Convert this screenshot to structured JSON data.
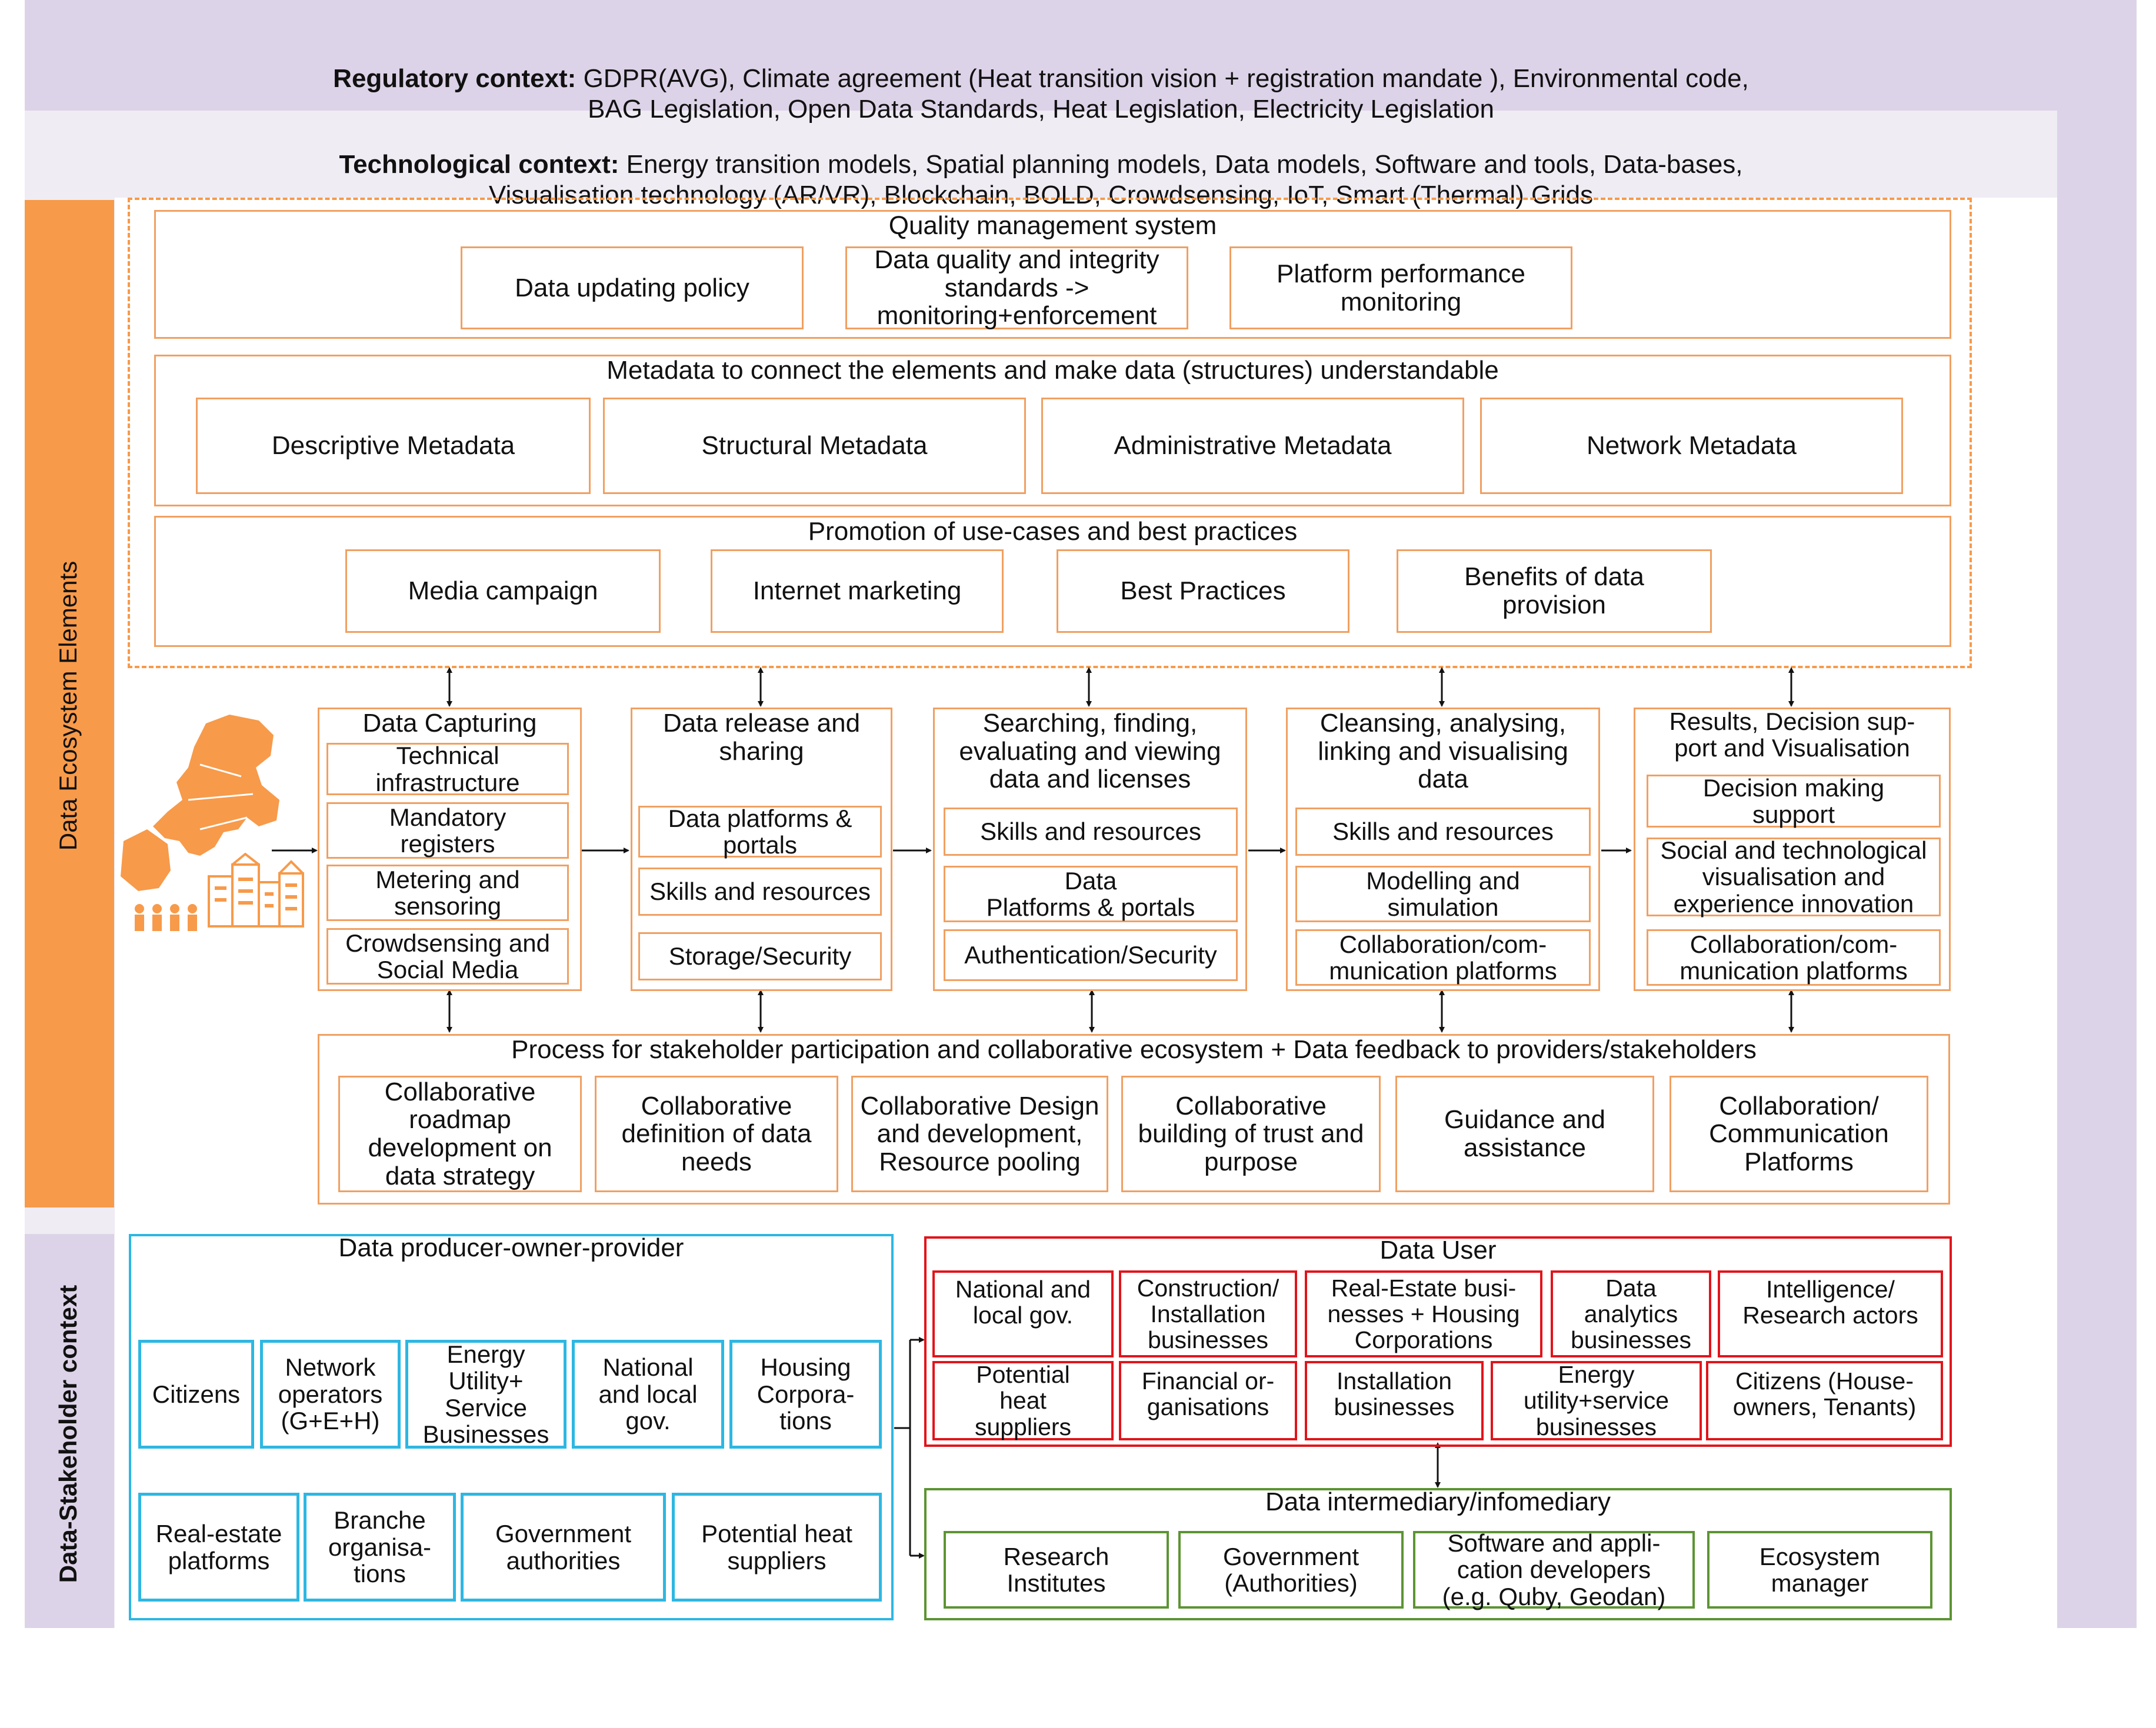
{
  "regulatory": {
    "label": "Regulatory context:",
    "text": " GDPR(AVG), Climate agreement (Heat transition vision + registration mandate ), Environmental code,\nBAG Legislation, Open Data Standards, Heat Legislation, Electricity Legislation"
  },
  "technological": {
    "label": "Technological context:",
    "text": " Energy transition models, Spatial planning models, Data models, Software and tools, Data-bases,\nVisualisation technology (AR/VR), Blockchain, BOLD, Crowdsensing, IoT, Smart (Thermal) Grids"
  },
  "sidebars": {
    "ecosystem": "Data Ecosystem Elements",
    "stakeholder": "Data-Stakeholder context"
  },
  "quality": {
    "title": "Quality management system",
    "items": [
      "Data updating policy",
      "Data quality and integrity\nstandards ->\nmonitoring+enforcement",
      "Platform performance\nmonitoring"
    ]
  },
  "metadata": {
    "title": "Metadata to connect the elements and make data (structures) understandable",
    "items": [
      "Descriptive Metadata",
      "Structural Metadata",
      "Administrative Metadata",
      "Network Metadata"
    ]
  },
  "promotion": {
    "title": "Promotion of use-cases and best practices",
    "items": [
      "Media campaign",
      "Internet marketing",
      "Best Practices",
      "Benefits of data\nprovision"
    ]
  },
  "stages": [
    {
      "title": "Data Capturing",
      "items": [
        "Technical\ninfrastructure",
        "Mandatory\nregisters",
        "Metering and\nsensoring",
        "Crowdsensing and\nSocial Media"
      ]
    },
    {
      "title": "Data release and\nsharing",
      "items": [
        "Data platforms &\nportals",
        "Skills and resources",
        "Storage/Security"
      ]
    },
    {
      "title": "Searching, finding,\nevaluating and viewing\ndata and licenses",
      "items": [
        "Skills and resources",
        "Data\nPlatforms & portals",
        "Authentication/Security"
      ]
    },
    {
      "title": "Cleansing, analysing,\nlinking and visualising\ndata",
      "items": [
        "Skills and resources",
        "Modelling and\nsimulation",
        "Collaboration/com-\nmunication platforms"
      ]
    },
    {
      "title": "Results, Decision sup-\nport and Visualisation",
      "items": [
        "Decision making\nsupport",
        "Social and technological\nvisualisation and\nexperience innovation",
        "Collaboration/com-\nmunication platforms"
      ]
    }
  ],
  "process": {
    "title": "Process for stakeholder participation and collaborative ecosystem + Data feedback to providers/stakeholders",
    "items": [
      "Collaborative\nroadmap\ndevelopment on\ndata strategy",
      "Collaborative\ndefinition of data\nneeds",
      "Collaborative Design\nand development,\nResource pooling",
      "Collaborative\nbuilding of trust and\npurpose",
      "Guidance and\nassistance",
      "Collaboration/\nCommunication\nPlatforms"
    ]
  },
  "producer": {
    "title": "Data producer-owner-provider",
    "row1": [
      "Citizens",
      "Network\noperators\n(G+E+H)",
      "Energy\nUtility+\nService\nBusinesses",
      "National\nand local\ngov.",
      "Housing\nCorpora-\ntions"
    ],
    "row2": [
      "Real-estate\nplatforms",
      "Branche\norganisa-\ntions",
      "Government\nauthorities",
      "Potential heat\nsuppliers"
    ]
  },
  "user": {
    "title": "Data User",
    "row1": [
      "National and\nlocal gov.",
      "Construction/\nInstallation\nbusinesses",
      "Real-Estate busi-\nnesses + Housing\nCorporations",
      "Data\nanalytics\nbusinesses",
      "Intelligence/\nResearch actors"
    ],
    "row2": [
      "Potential\nheat\nsuppliers",
      "Financial or-\nganisations",
      "Installation\nbusinesses",
      "Energy\nutility+service\nbusinesses",
      "Citizens (House-\nowners, Tenants)"
    ]
  },
  "intermediary": {
    "title": "Data intermediary/infomediary",
    "items": [
      "Research\nInstitutes",
      "Government\n(Authorities)",
      "Software and appli-\ncation developers\n(e.g. Quby, Geodan)",
      "Ecosystem\nmanager"
    ]
  },
  "colors": {
    "purple": "#ddd3e8",
    "light_purple": "#efecf4",
    "orange": "#f79a4a",
    "orange_border": "#f0a062",
    "cyan": "#2db7e2",
    "red": "#e2141b",
    "green": "#5c9433"
  }
}
